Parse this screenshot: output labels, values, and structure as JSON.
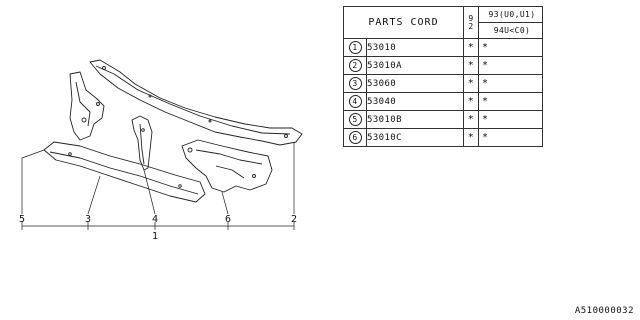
{
  "diagram": {
    "callouts": [
      "5",
      "3",
      "4",
      "6",
      "2"
    ],
    "assembly_callout": "1"
  },
  "parts_table": {
    "title": "PARTS CORD",
    "year_a_top": "9",
    "year_a_bottom": "2",
    "year_b_top": "9",
    "year_b_bottom": "3",
    "code_b": "(U0,U1)",
    "year_c_top": "9",
    "year_c_bottom": "4",
    "code_c": "U<C0)",
    "rows": [
      {
        "num": "1",
        "part": "53010",
        "m1": "*",
        "m2": "*"
      },
      {
        "num": "2",
        "part": "53010A",
        "m1": "*",
        "m2": "*"
      },
      {
        "num": "3",
        "part": "53060",
        "m1": "*",
        "m2": "*"
      },
      {
        "num": "4",
        "part": "53040",
        "m1": "*",
        "m2": "*"
      },
      {
        "num": "5",
        "part": "53010B",
        "m1": "*",
        "m2": "*"
      },
      {
        "num": "6",
        "part": "53010C",
        "m1": "*",
        "m2": "*"
      }
    ]
  },
  "footer": {
    "code": "A510000032"
  }
}
